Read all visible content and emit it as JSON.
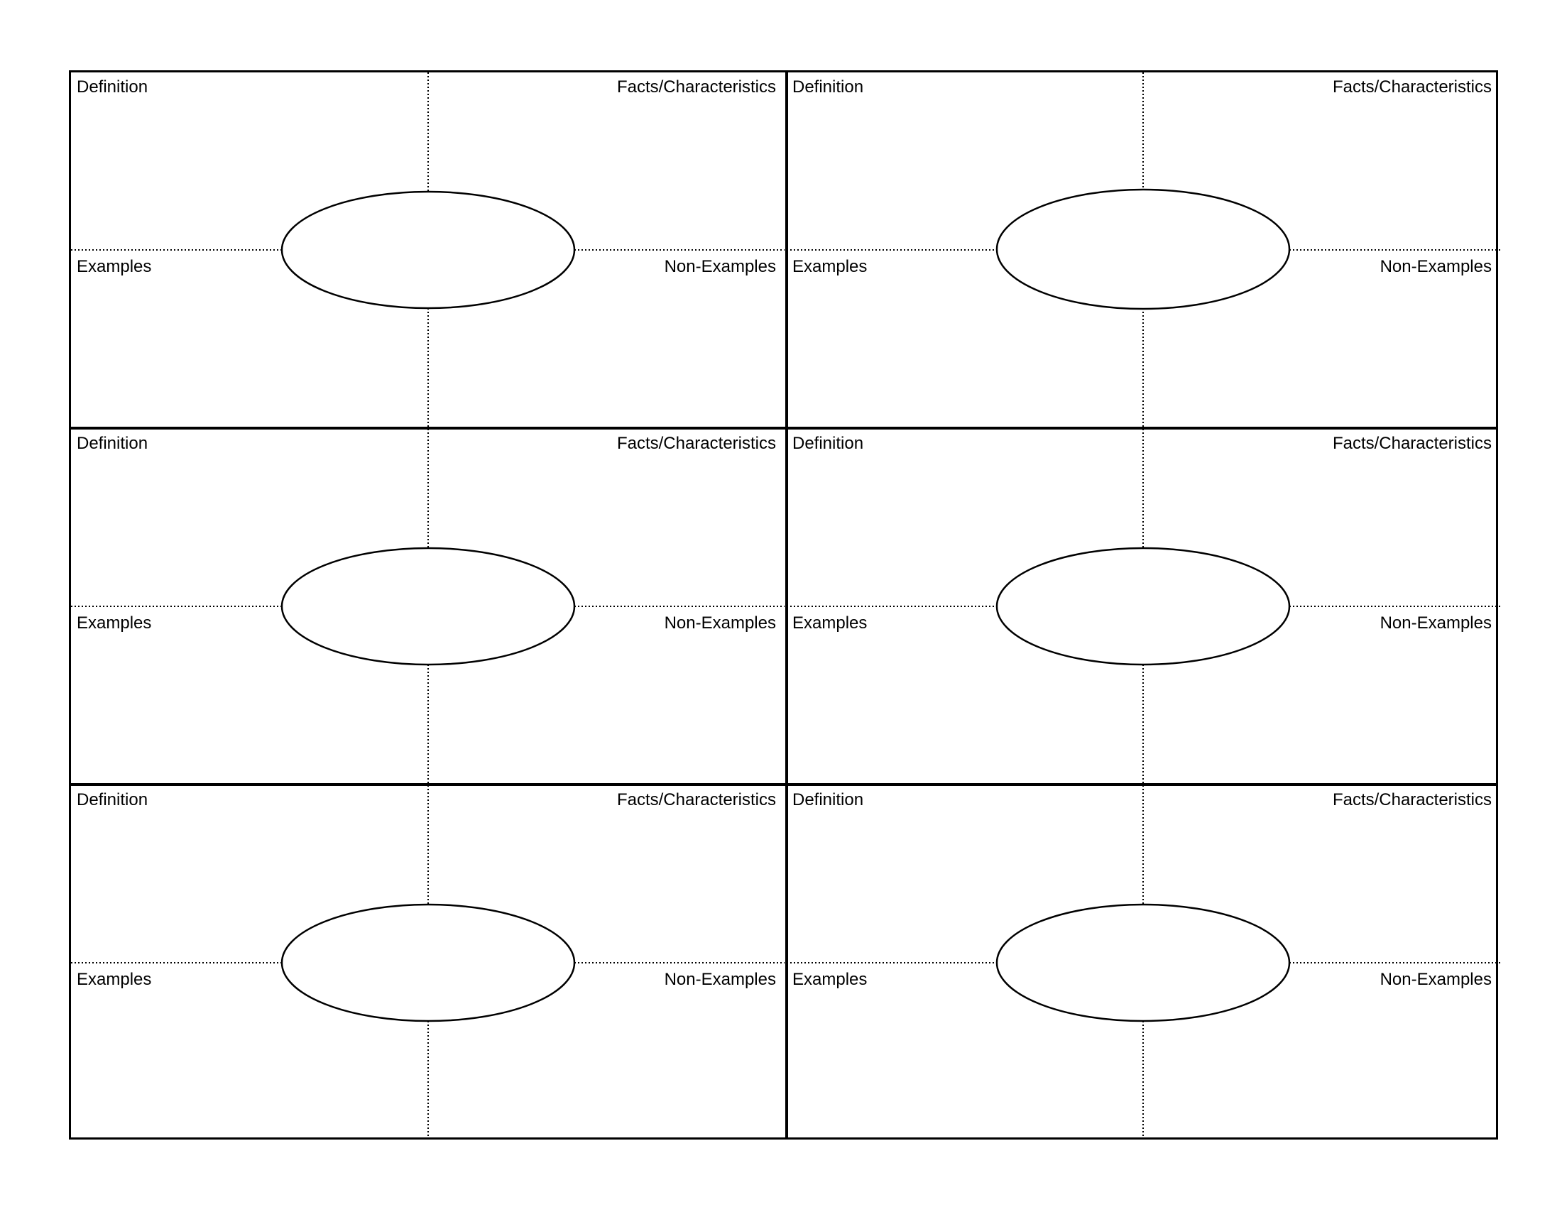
{
  "cards": [
    {
      "definition_label": "Definition",
      "facts_label": "Facts/Characteristics",
      "examples_label": "Examples",
      "non_examples_label": "Non-Examples"
    },
    {
      "definition_label": "Definition",
      "facts_label": "Facts/Characteristics",
      "examples_label": "Examples",
      "non_examples_label": "Non-Examples"
    },
    {
      "definition_label": "Definition",
      "facts_label": "Facts/Characteristics",
      "examples_label": "Examples",
      "non_examples_label": "Non-Examples"
    },
    {
      "definition_label": "Definition",
      "facts_label": "Facts/Characteristics",
      "examples_label": "Examples",
      "non_examples_label": "Non-Examples"
    },
    {
      "definition_label": "Definition",
      "facts_label": "Facts/Characteristics",
      "examples_label": "Examples",
      "non_examples_label": "Non-Examples"
    },
    {
      "definition_label": "Definition",
      "facts_label": "Facts/Characteristics",
      "examples_label": "Examples",
      "non_examples_label": "Non-Examples"
    }
  ]
}
